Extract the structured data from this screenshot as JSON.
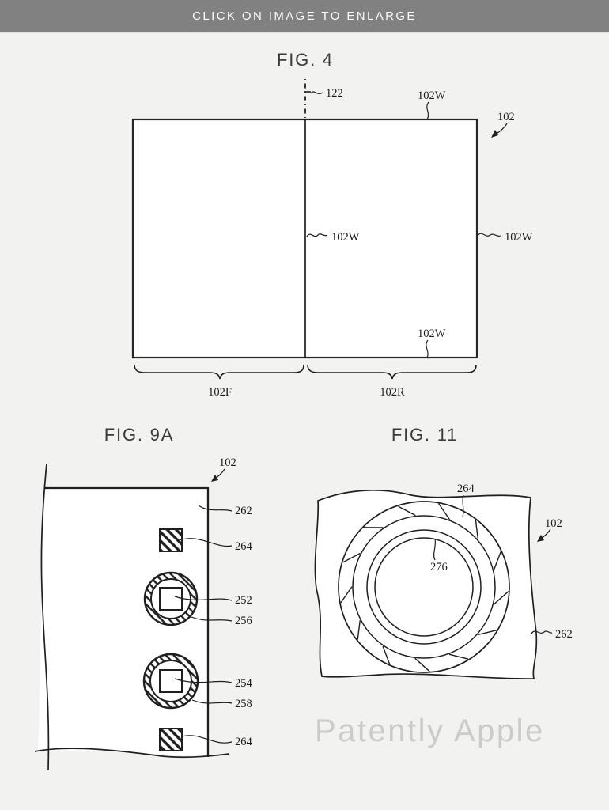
{
  "banner": {
    "text": "CLICK ON IMAGE TO ENLARGE"
  },
  "fig4": {
    "title": "FIG. 4",
    "labels": {
      "fold": "122",
      "width_top": "102W",
      "device": "102",
      "width_center": "102W",
      "width_right": "102W",
      "width_bottom": "102W",
      "front_region": "102F",
      "rear_region": "102R"
    }
  },
  "fig9a": {
    "title": "FIG. 9A",
    "labels": {
      "device": "102",
      "cover": "262",
      "marker_top": "264",
      "camera1": "252",
      "ring1": "256",
      "camera2": "254",
      "ring2": "258",
      "marker_bottom": "264"
    }
  },
  "fig11": {
    "title": "FIG. 11",
    "labels": {
      "marker_ring": "264",
      "device": "102",
      "lens": "276",
      "cover": "262"
    }
  },
  "watermark": {
    "text": "Patently Apple"
  }
}
